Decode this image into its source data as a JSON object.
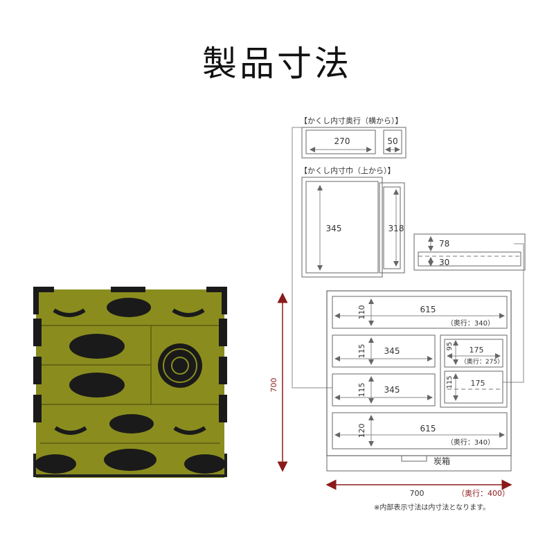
{
  "title": "製品寸法",
  "panels": {
    "depth_label": "【かくし内寸奥行（横から）】",
    "width_label": "【かくし内寸巾（上から）】",
    "depth_main": "270",
    "depth_small": "50",
    "width_main": "345",
    "width_small": "318",
    "side_top": "78",
    "side_bottom": "30"
  },
  "drawers": {
    "top": {
      "height": "110",
      "width": "615",
      "depth": "（奥行：340）"
    },
    "mid_left_1": {
      "height": "115",
      "width": "345"
    },
    "mid_left_2": {
      "height": "115",
      "width": "345"
    },
    "small_1": {
      "height": "95",
      "width": "175",
      "depth": "（奥行：275）"
    },
    "small_2": {
      "height": "115",
      "width": "175"
    },
    "bottom": {
      "height": "120",
      "width": "615",
      "depth": "（奥行：340）"
    },
    "charcoal_box": "炭箱"
  },
  "overall": {
    "height": "700",
    "width": "700",
    "depth": "（奥行：400）"
  },
  "note": "※内部表示寸法は内寸法となります。",
  "colors": {
    "cabinet_body": "#8a8d1e",
    "cabinet_hardware": "#1a1a1a",
    "accent_arrow": "#8b1a1a"
  }
}
